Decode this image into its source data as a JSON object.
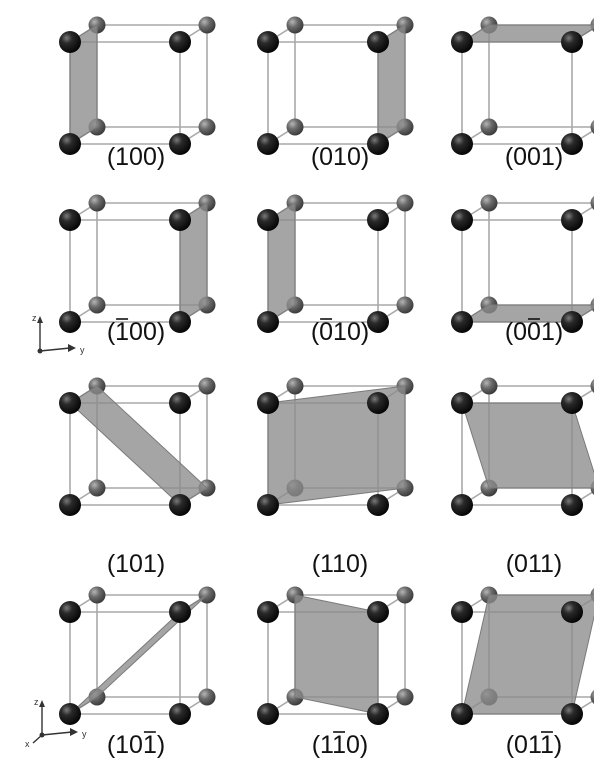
{
  "figure": {
    "rows": [
      {
        "cells": [
          {
            "label": "(100)",
            "bar": [],
            "plane": "x+"
          },
          {
            "label": "(010)",
            "bar": [],
            "plane": "y+"
          },
          {
            "label": "(001)",
            "bar": [],
            "plane": "z+"
          }
        ]
      },
      {
        "cells": [
          {
            "label": "(100)",
            "bar": [
              1
            ],
            "plane": "x-"
          },
          {
            "label": "(010)",
            "bar": [
              1
            ],
            "plane": "y-"
          },
          {
            "label": "(001)",
            "bar": [
              2
            ],
            "plane": "z-"
          }
        ]
      },
      {
        "cells": [
          {
            "label": "(101)",
            "bar": [],
            "plane": "d101"
          },
          {
            "label": "(110)",
            "bar": [],
            "plane": "d110"
          },
          {
            "label": "(011)",
            "bar": [],
            "plane": "d011"
          }
        ]
      },
      {
        "cells": [
          {
            "label": "(101)",
            "bar": [
              3
            ],
            "plane": "d10-1"
          },
          {
            "label": "(110)",
            "bar": [
              2
            ],
            "plane": "d1-10"
          },
          {
            "label": "(011)",
            "bar": [
              3
            ],
            "plane": "d01-1"
          }
        ]
      }
    ],
    "axes_rows": [
      {
        "labels": [
          "z",
          "y"
        ]
      },
      {
        "labels": [
          "z",
          "y",
          "x"
        ]
      }
    ]
  },
  "colors": {
    "plane_fill": "#8c8c8c",
    "edge": "#a8a8a8",
    "atom_front": "#141414",
    "atom_back": "#6a6a6a",
    "text": "#111111"
  }
}
